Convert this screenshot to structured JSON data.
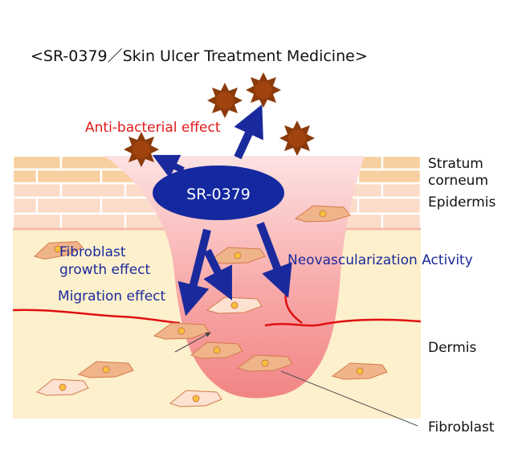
{
  "title": "<SR-0379／Skin Ulcer Treatment Medicine>",
  "drug_label": "SR-0379",
  "effects": {
    "antibacterial": "Anti-bacterial effect",
    "fibroblast_growth_line1": "Fibroblast",
    "fibroblast_growth_line2": "growth effect",
    "migration": "Migration effect",
    "neovascularization": "Neovascularization Activity"
  },
  "layers": {
    "stratum_corneum_line1": "Stratum",
    "stratum_corneum_line2": "corneum",
    "epidermis": "Epidermis",
    "dermis": "Dermis"
  },
  "cell_label": "Fibroblast",
  "colors": {
    "arrow": "#1a2a9c",
    "ellipse": "#1428a0",
    "red_text": "#e01818",
    "vessel": "#e01010",
    "dermis_fill": "#fdf0cc",
    "epidermis_fill": "#fbe6d0",
    "brick_fill": "#f8cfa0",
    "bacteria": "#8b3a0a"
  }
}
